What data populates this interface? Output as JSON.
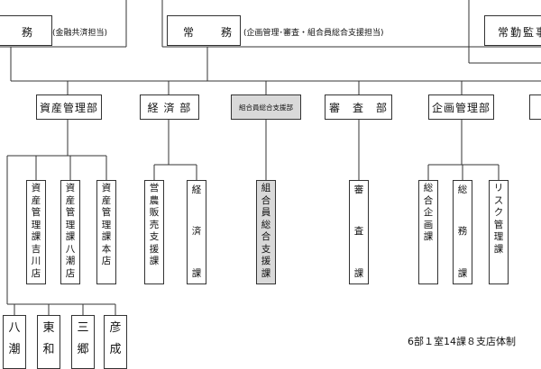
{
  "top": {
    "left_title": "務",
    "left_note": "(金融共済担当)",
    "mid_title": "常　　務",
    "mid_note": "(企画管理･審査・組合員総合支援担当)",
    "right_title": "常勤監事"
  },
  "departments": [
    {
      "key": "shisan",
      "label": "資産管理部"
    },
    {
      "key": "keizai",
      "label": "経 済 部"
    },
    {
      "key": "kumiai",
      "label": "組合員総合支援部"
    },
    {
      "key": "shinsa",
      "label": "審　査　部"
    },
    {
      "key": "kikaku",
      "label": "企画管理部"
    }
  ],
  "sections": [
    {
      "key": "s1",
      "label": "資産管理課吉川店"
    },
    {
      "key": "s2",
      "label": "資産管理課八潮店"
    },
    {
      "key": "s3",
      "label": "資産管理課本店"
    },
    {
      "key": "s4",
      "label": "営農販売支援課"
    },
    {
      "key": "s5",
      "label": "経済課"
    },
    {
      "key": "s6",
      "label": "組合員総合支援課"
    },
    {
      "key": "s7",
      "label": "審査課"
    },
    {
      "key": "s8",
      "label": "総合企画課"
    },
    {
      "key": "s9",
      "label": "総務課"
    },
    {
      "key": "s10",
      "label": "リスク管理課"
    }
  ],
  "branches": [
    {
      "key": "b1",
      "label": "八潮"
    },
    {
      "key": "b2",
      "label": "東和"
    },
    {
      "key": "b3",
      "label": "三郷"
    },
    {
      "key": "b4",
      "label": "彦成"
    }
  ],
  "caption": "6部１室14課８支店体制"
}
